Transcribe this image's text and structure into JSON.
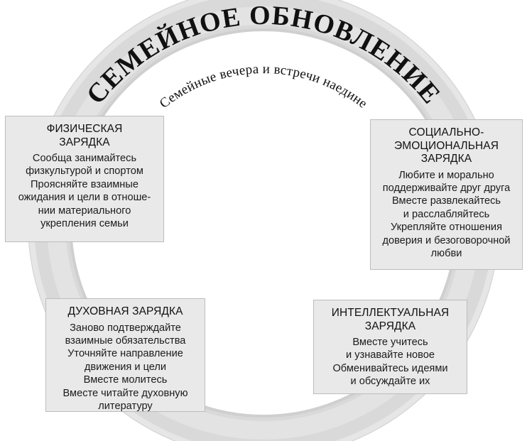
{
  "diagram": {
    "title": "СЕМЕЙНОЕ ОБНОВЛЕНИЕ",
    "subtitle": "Семейные вечера и встречи наедине",
    "type": "cycle",
    "colors": {
      "ring_fill": "#d9d9d9",
      "ring_highlight": "#e4e4e4",
      "ring_shadow": "#cfcfcf",
      "box_fill": "#e9e9e9",
      "box_border": "#bcbcbc",
      "text": "#111111",
      "background": "#ffffff"
    },
    "nodes": [
      {
        "id": "physical",
        "position": "top-left",
        "title": "ФИЗИЧЕСКАЯ\nЗАРЯДКА",
        "body": "Сообща занимайтесь\nфизкультурой и спортом\nПроясняйте взаимные\nожидания и цели в отноше-\nнии материального\nукрепления семьи"
      },
      {
        "id": "social-emotional",
        "position": "top-right",
        "title": "СОЦИАЛЬНО-\nЭМОЦИОНАЛЬНАЯ\nЗАРЯДКА",
        "body": "Любите и морально\nподдерживайте друг друга\nВместе развлекайтесь\nи расслабляйтесь\nУкрепляйте отношения\nдоверия и безоговорочной\nлюбви"
      },
      {
        "id": "spiritual",
        "position": "bottom-left",
        "title": "ДУХОВНАЯ ЗАРЯДКА",
        "body": "Заново подтверждайте\nвзаимные обязательства\nУточняйте направление\nдвижения и цели\nВместе молитесь\nВместе читайте духовную\nлитературу"
      },
      {
        "id": "intellectual",
        "position": "bottom-right",
        "title": "ИНТЕЛЛЕКТУАЛЬНАЯ\nЗАРЯДКА",
        "body": "Вместе учитесь\nи узнавайте новое\nОбменивайтесь идеями\nи обсуждайте их"
      }
    ]
  }
}
